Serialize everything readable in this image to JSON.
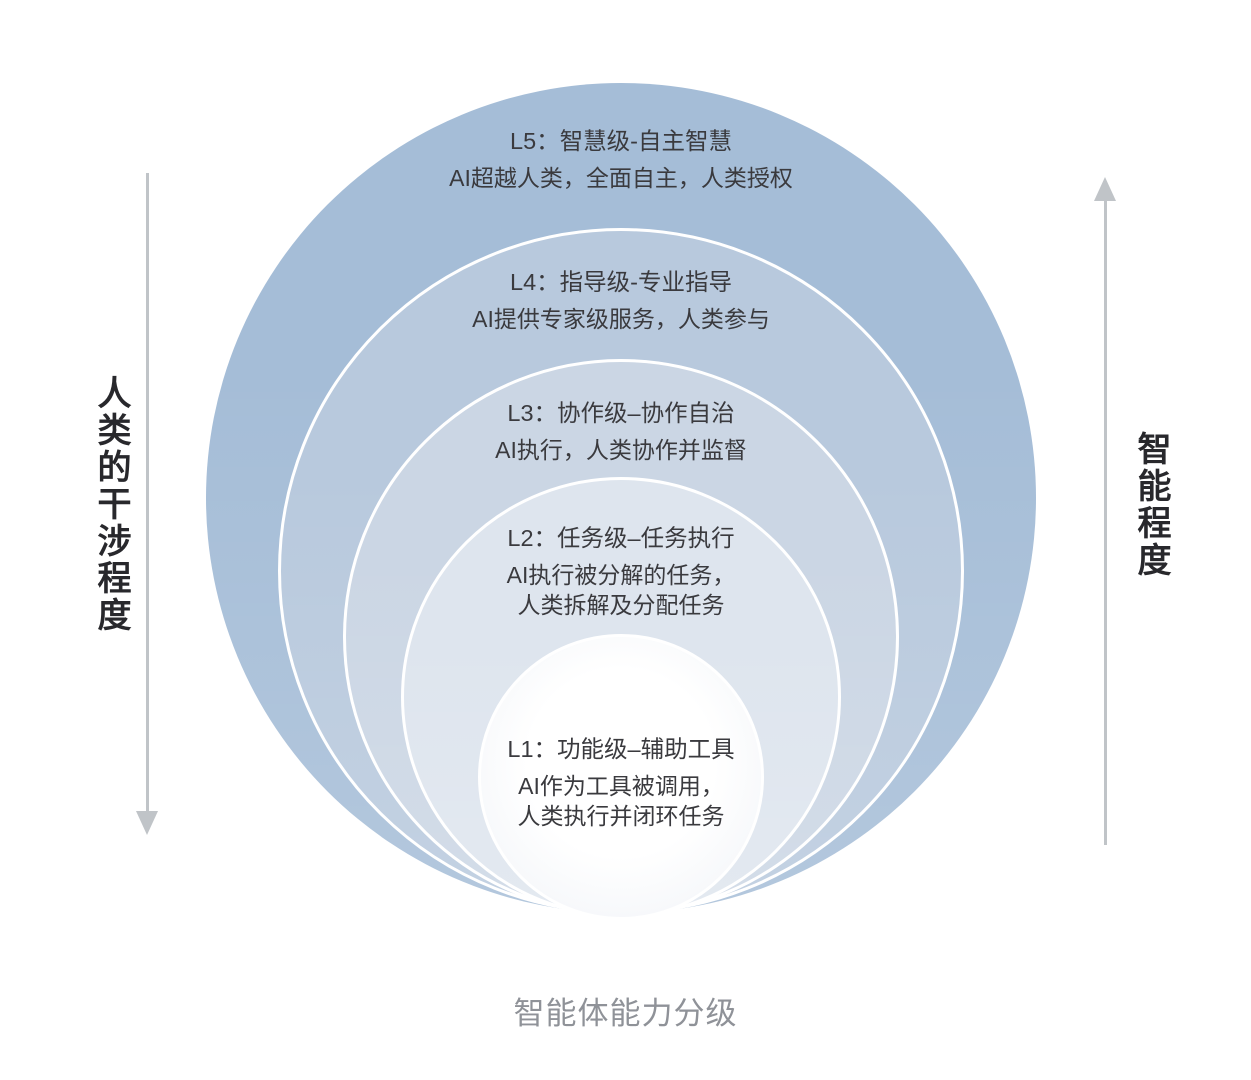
{
  "caption": "智能体能力分级",
  "axes": {
    "left": {
      "label": "人类的干涉程度",
      "direction": "down"
    },
    "right": {
      "label": "智能程度",
      "direction": "up"
    }
  },
  "levels": [
    {
      "id": "L5",
      "title": "L5：智慧级-自主智慧",
      "subtitle_lines": [
        "AI超越人类，全面自主，人类授权"
      ],
      "fill": "#a5bdd7"
    },
    {
      "id": "L4",
      "title": "L4：指导级-专业指导",
      "subtitle_lines": [
        "AI提供专家级服务，人类参与"
      ],
      "fill": "#b8c9dd"
    },
    {
      "id": "L3",
      "title": "L3：协作级–协作自治",
      "subtitle_lines": [
        "AI执行，人类协作并监督"
      ],
      "fill": "#cbd6e4"
    },
    {
      "id": "L2",
      "title": "L2：任务级–任务执行",
      "subtitle_lines": [
        "AI执行被分解的任务，",
        "人类拆解及分配任务"
      ],
      "fill": "#dee5ee"
    },
    {
      "id": "L1",
      "title": "L1：功能级–辅助工具",
      "subtitle_lines": [
        "AI作为工具被调用，",
        "人类执行并闭环任务"
      ],
      "fill": "#fcfdff"
    }
  ],
  "colors": {
    "axis-arrow": "#c0c4c8",
    "level-text": "#3a3a3e",
    "axis-label": "#28282c",
    "caption-text": "#8f9298"
  }
}
